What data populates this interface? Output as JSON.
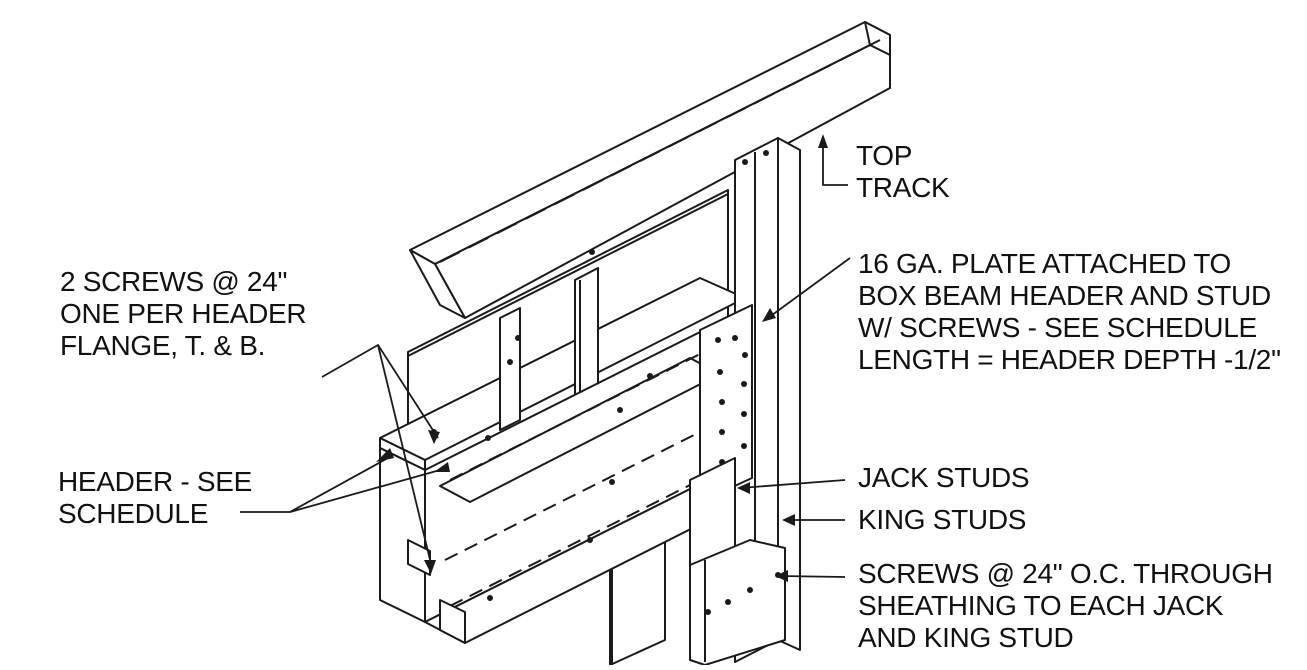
{
  "labels": {
    "top_track": [
      "TOP",
      "TRACK"
    ],
    "screws_header": [
      "2 SCREWS @ 24\"",
      "ONE PER HEADER",
      "FLANGE, T. & B."
    ],
    "plate": [
      "16 GA. PLATE ATTACHED TO",
      "BOX BEAM HEADER AND STUD",
      "W/ SCREWS - SEE SCHEDULE",
      "LENGTH = HEADER DEPTH -1/2\""
    ],
    "header": [
      "HEADER - SEE",
      "SCHEDULE"
    ],
    "jack_studs": "JACK STUDS",
    "king_studs": "KING STUDS",
    "sheathing_screws": [
      "SCREWS @ 24\" O.C. THROUGH",
      "SHEATHING TO EACH JACK",
      "AND KING STUD"
    ]
  },
  "colors": {
    "line": "#1a1a1a",
    "fill": "#ffffff"
  }
}
